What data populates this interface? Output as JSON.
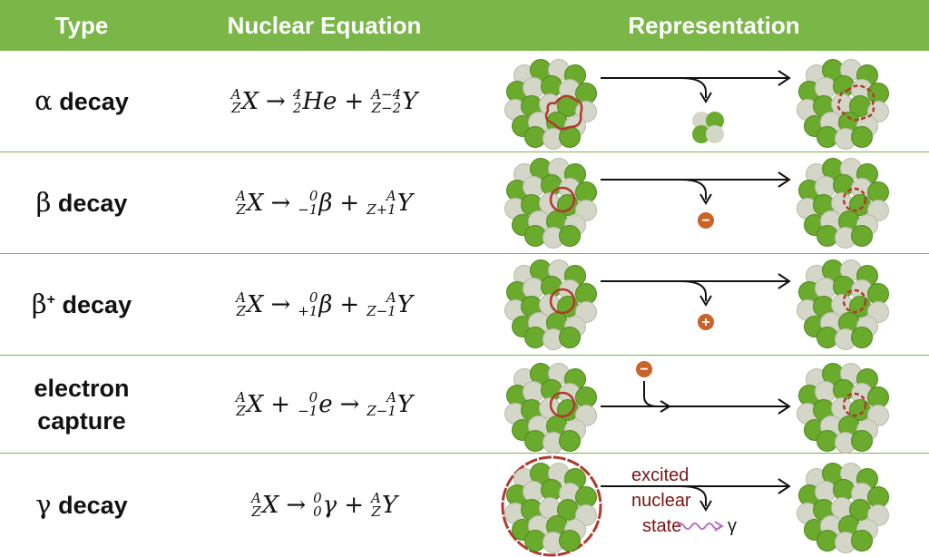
{
  "header": {
    "type_label": "Type",
    "equation_label": "Nuclear Equation",
    "representation_label": "Representation",
    "bg_color": "#7ab648"
  },
  "rows": [
    {
      "type_symbol": "α",
      "type_word": "decay",
      "eq": {
        "x_mass": "A",
        "x_num": "Z",
        "x": "X",
        "arrow": "→",
        "p_mass": "4",
        "p_num": "2",
        "p": "He",
        "plus": "+",
        "y_mass": "A−4",
        "y_num": "Z−2",
        "y": "Y"
      }
    },
    {
      "type_symbol": "β",
      "type_word": "decay",
      "eq": {
        "x_mass": "A",
        "x_num": "Z",
        "x": "X",
        "arrow": "→",
        "p_mass": "0",
        "p_num": "−1",
        "p": "β",
        "plus": "+",
        "y_mass": "A",
        "y_num": "Z+1",
        "y": "Y"
      }
    },
    {
      "type_symbol": "β",
      "type_sup": "+",
      "type_word": "decay",
      "eq": {
        "x_mass": "A",
        "x_num": "Z",
        "x": "X",
        "arrow": "→",
        "p_mass": "0",
        "p_num": "+1",
        "p": "β",
        "plus": "+",
        "y_mass": "A",
        "y_num": "Z−1",
        "y": "Y"
      }
    },
    {
      "type_line1": "electron",
      "type_line2": "capture",
      "eq": {
        "x_mass": "A",
        "x_num": "Z",
        "x": "X",
        "plus": "+",
        "p_mass": "0",
        "p_num": "−1",
        "p": "e",
        "arrow": "→",
        "y_mass": "A",
        "y_num": "Z−1",
        "y": "Y"
      }
    },
    {
      "type_symbol": "γ",
      "type_word": "decay",
      "eq": {
        "x_mass": "A",
        "x_num": "Z",
        "x": "X",
        "arrow": "→",
        "p_mass": "0",
        "p_num": "0",
        "p": "γ",
        "plus": "+",
        "y_mass": "A",
        "y_num": "Z",
        "y": "Y"
      }
    }
  ],
  "representation": {
    "electron_sign": "−",
    "positron_sign": "+",
    "excited_label_1": "excited",
    "excited_label_2": "nuclear",
    "excited_label_3": "state",
    "gamma_label": "γ",
    "proton_color": "#6aaa2c",
    "neutron_color": "#d4d6c8",
    "highlight_color": "#b03a2e",
    "electron_color": "#c8642a"
  }
}
